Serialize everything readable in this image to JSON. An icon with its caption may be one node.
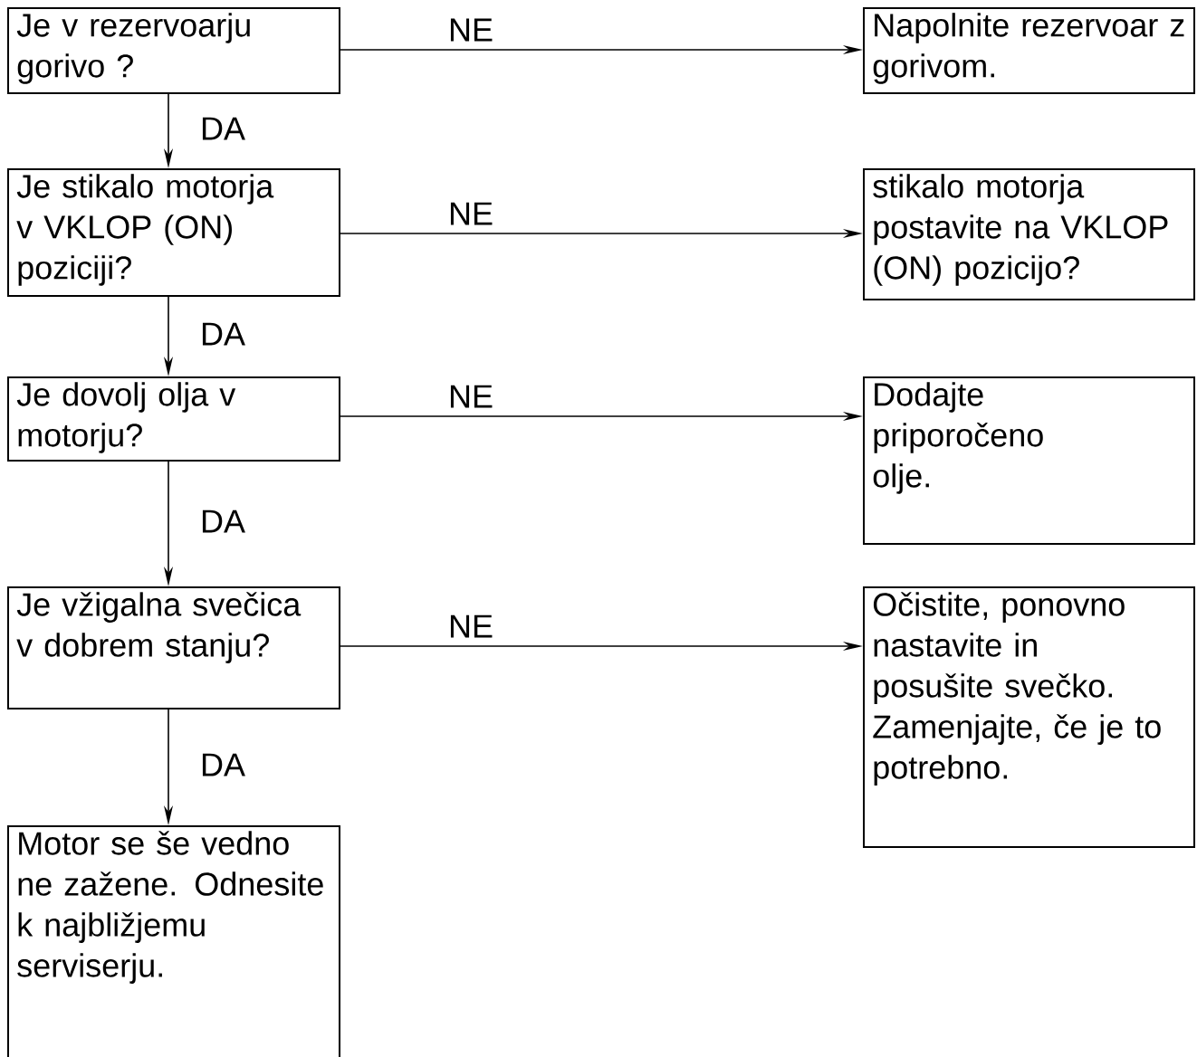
{
  "diagram": {
    "nodes": [
      {
        "text": [
          "Je v rezervoarju gorivo ?"
        ]
      },
      {
        "text": [
          "Napolnite rezervoar z gorivom."
        ]
      },
      {
        "text": [
          "Je stikalo motorja v VKLOP (ON) poziciji?"
        ]
      },
      {
        "text": [
          "stikalo motorja postavite na VKLOP (ON) pozicijo?"
        ]
      },
      {
        "text": [
          "Je dovolj olja v motorju?"
        ]
      },
      {
        "text": [
          "Dodajte priporočeno olje."
        ]
      },
      {
        "text": [
          "Je vžigalna svečica v dobrem stanju?"
        ]
      },
      {
        "text": [
          "Očistite, ponovno nastavite in posušite svečko. Zamenjajte, če je to potrebno."
        ]
      },
      {
        "text": [
          "Motor se še vedno ne zažene. Odnesite k najbližjemu serviserju."
        ]
      }
    ],
    "edges": [
      {
        "from": 0,
        "to": 1,
        "arrow": "to",
        "label": "NE"
      },
      {
        "from": 0,
        "to": 2,
        "arrow": "to",
        "label": "DA"
      },
      {
        "from": 2,
        "to": 3,
        "arrow": "to",
        "label": "NE"
      },
      {
        "from": 2,
        "to": 4,
        "arrow": "to",
        "label": "DA"
      },
      {
        "from": 4,
        "to": 5,
        "arrow": "to",
        "label": "NE"
      },
      {
        "from": 4,
        "to": 6,
        "arrow": "to",
        "label": "DA"
      },
      {
        "from": 6,
        "to": 7,
        "arrow": "to",
        "label": "NE"
      },
      {
        "from": 6,
        "to": 8,
        "arrow": "to",
        "label": "DA"
      }
    ]
  }
}
